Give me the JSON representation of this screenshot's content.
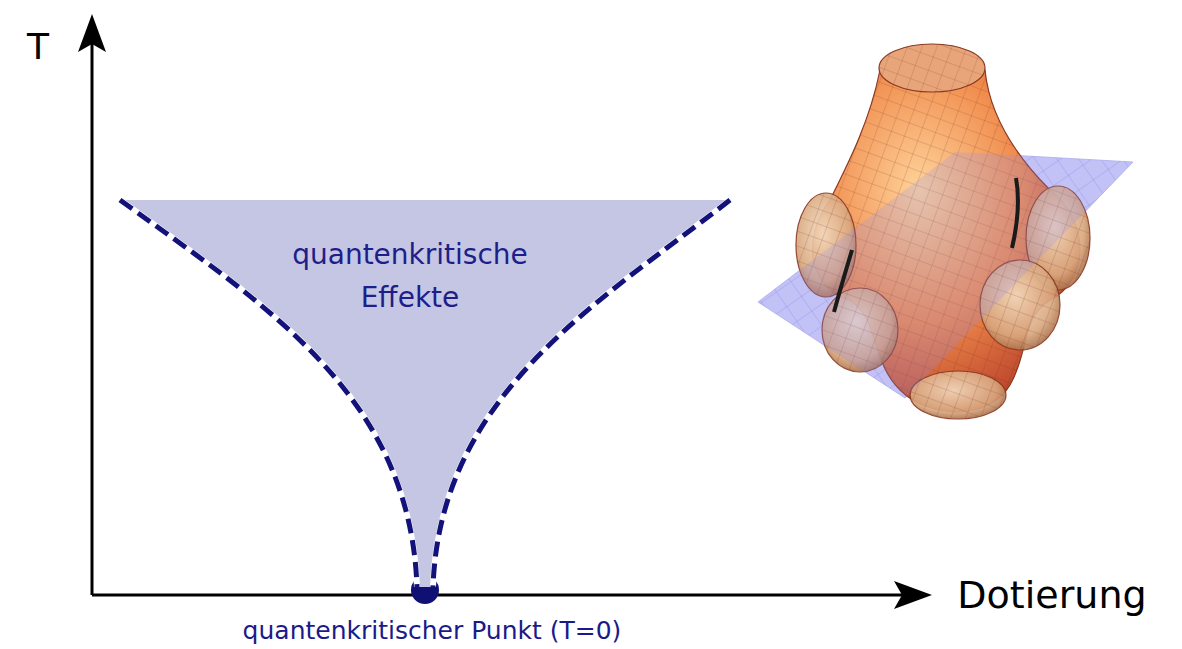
{
  "diagram": {
    "nodes": [
      {
        "text": [
          "quantenkritische Effekte"
        ]
      }
    ],
    "labels": [
      "T",
      "Dotierung",
      "quantenkritischer Punkt (T=0)"
    ]
  }
}
